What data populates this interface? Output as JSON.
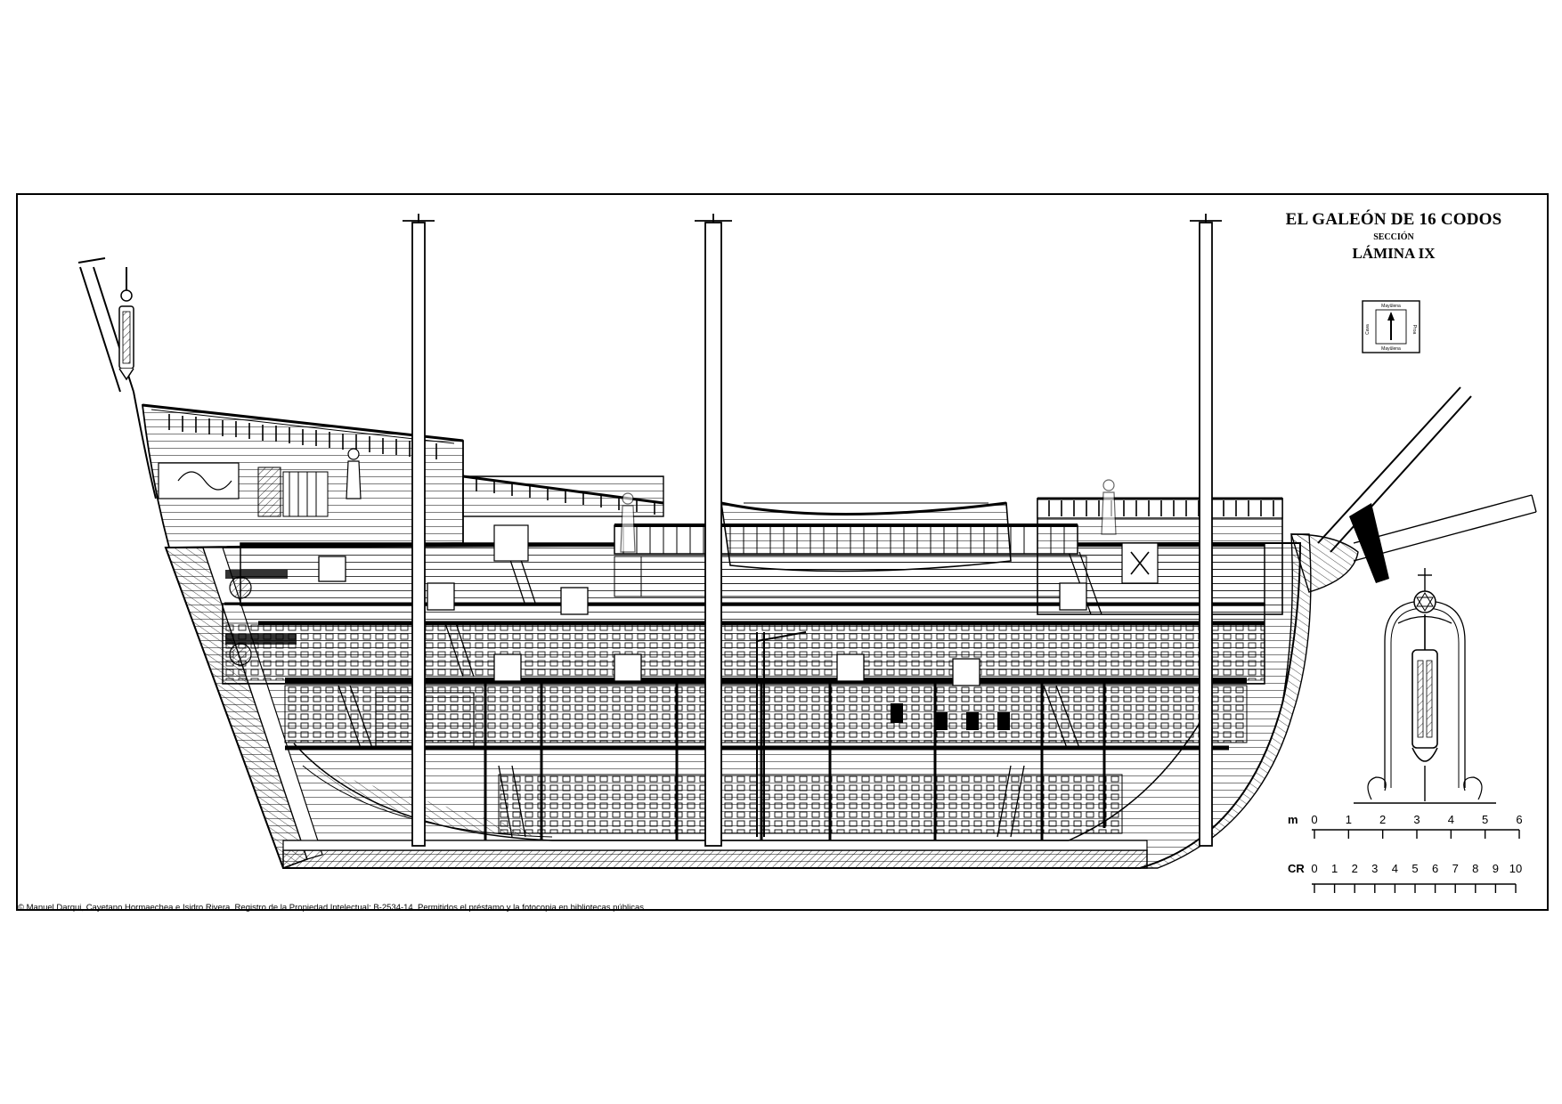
{
  "title": {
    "main": "EL GALEÓN DE 16 CODOS",
    "sub": "SECCIÓN",
    "plate": "LÁMINA IX"
  },
  "compass": {
    "top": "Mayûlena",
    "bottom": "Mayûlena",
    "left": "Cava",
    "right": "Proa"
  },
  "scale_m": {
    "unit": "m",
    "ticks": [
      "0",
      "1",
      "2",
      "3",
      "4",
      "5",
      "6"
    ]
  },
  "scale_cr": {
    "unit": "CR",
    "ticks": [
      "0",
      "1",
      "2",
      "3",
      "4",
      "5",
      "6",
      "7",
      "8",
      "9",
      "10"
    ]
  },
  "copyright": "© Manuel Darqui, Cayetano Hormaechea e Isidro Rivera. Registro de la Propiedad Intelectual: B-2534-14. Permitidos el préstamo y la fotocopia en bibliotecas públicas."
}
